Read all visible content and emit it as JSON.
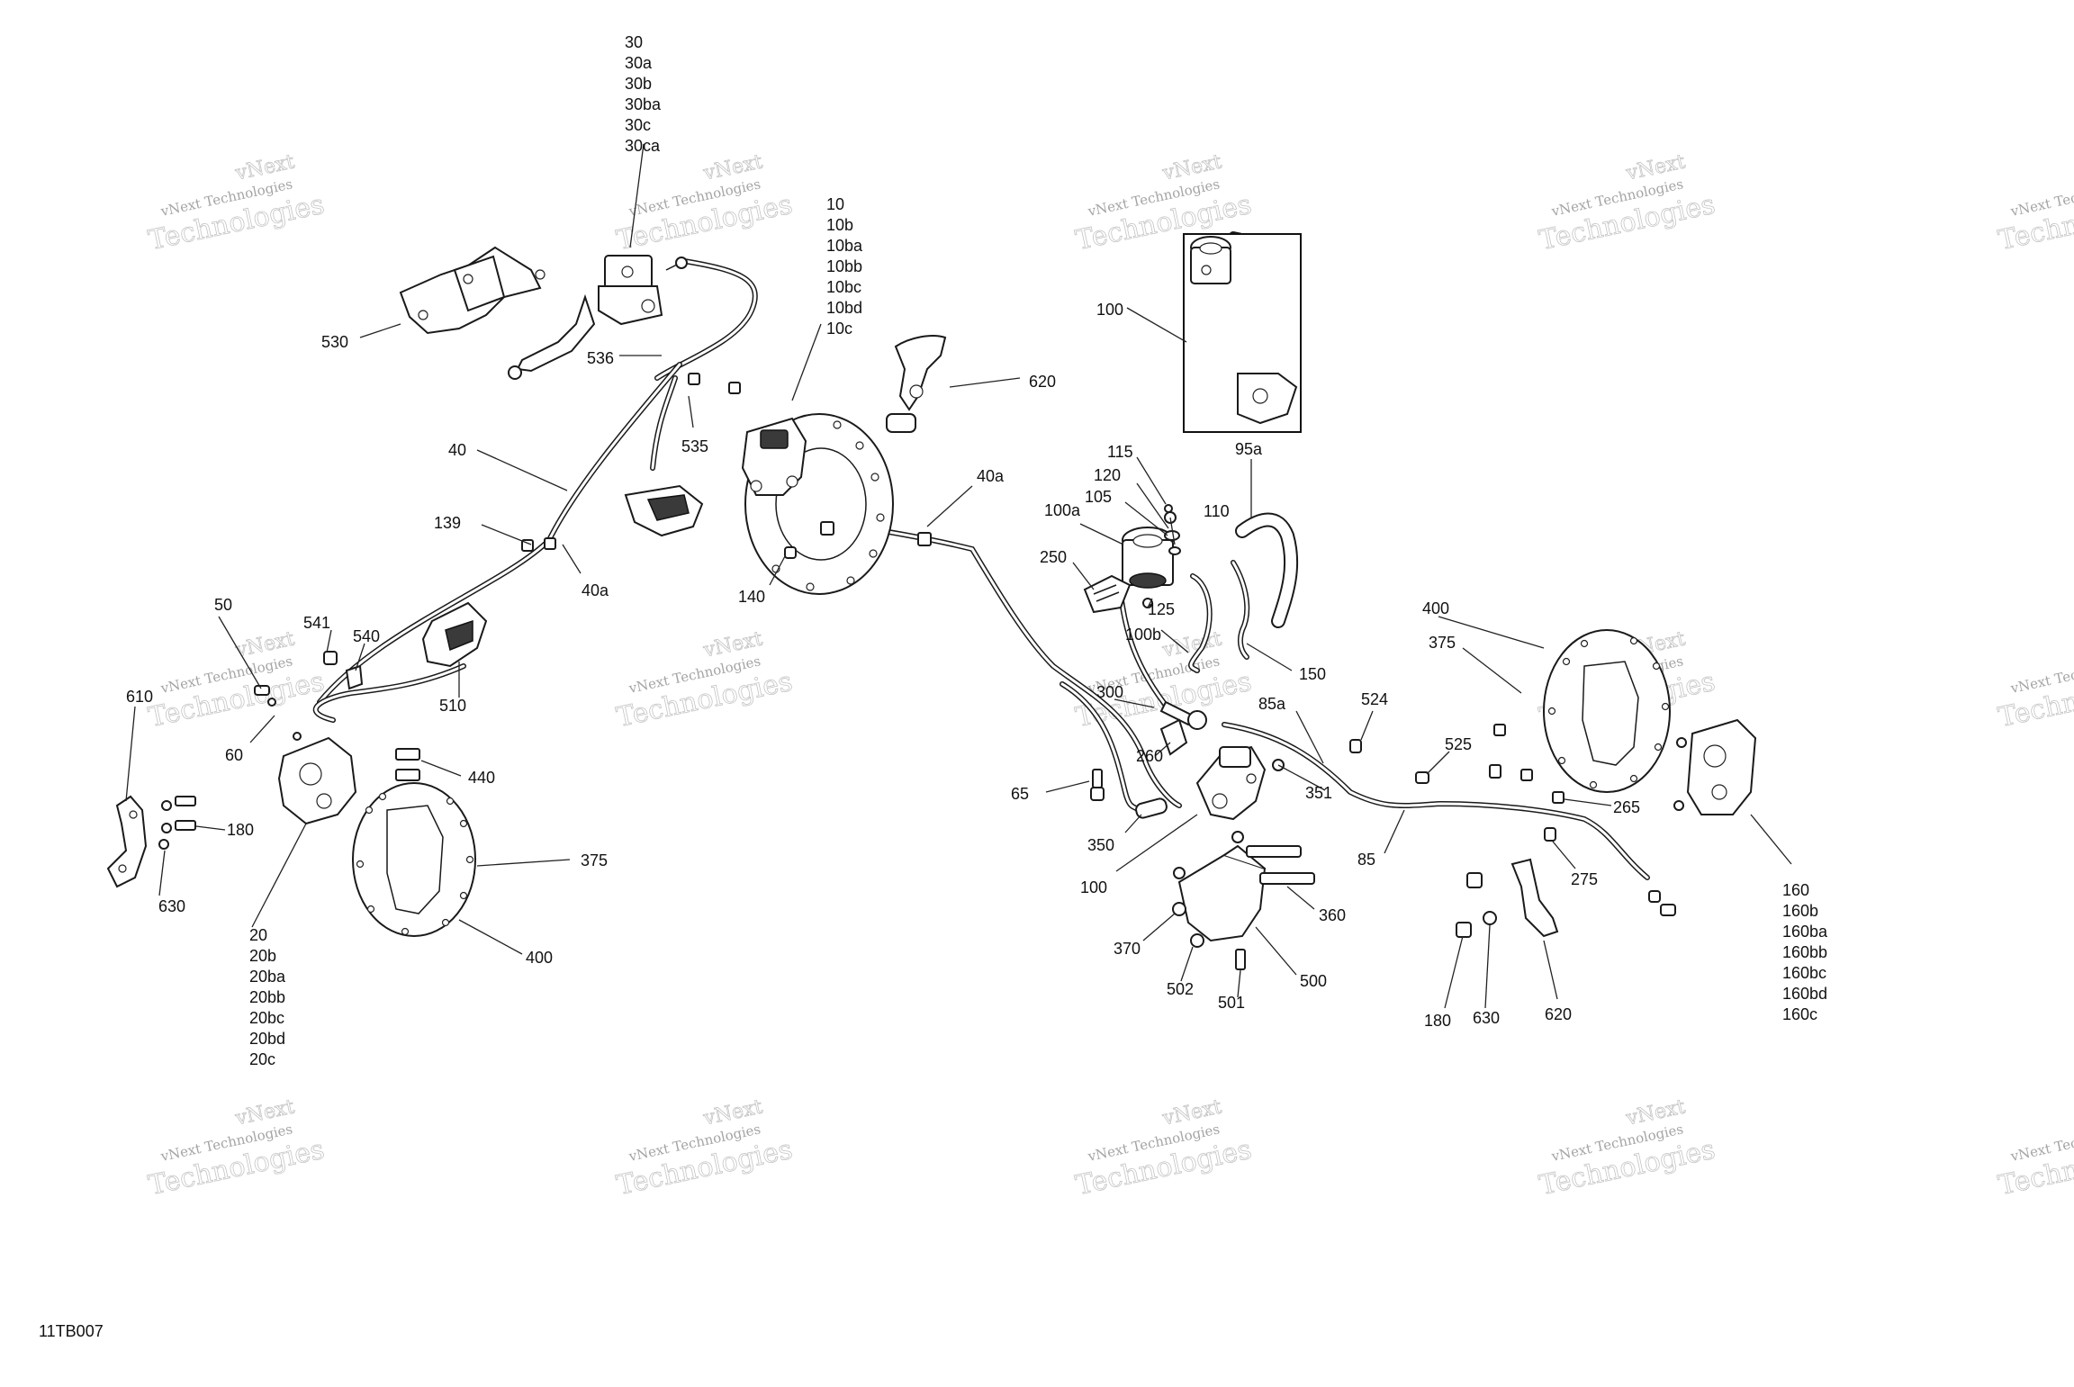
{
  "diagram": {
    "figure_code": "11TB007",
    "watermark": {
      "line1": "vNext Technologies",
      "line2": "Technologies",
      "line3": "vNext"
    },
    "callouts": {
      "c30": [
        "30",
        "30a",
        "30b",
        "30ba",
        "30c",
        "30ca"
      ],
      "c10": [
        "10",
        "10b",
        "10ba",
        "10bb",
        "10bc",
        "10bd",
        "10c"
      ],
      "c20": [
        "20",
        "20b",
        "20ba",
        "20bb",
        "20bc",
        "20bd",
        "20c"
      ],
      "c160": [
        "160",
        "160b",
        "160ba",
        "160bb",
        "160bc",
        "160bd",
        "160c"
      ],
      "c530": "530",
      "c536": "536",
      "c535": "535",
      "c40": "40",
      "c139": "139",
      "c40a_left": "40a",
      "c40a_right": "40a",
      "c140": "140",
      "c620_top": "620",
      "c100_box": "100",
      "c95a": "95a",
      "c115": "115",
      "c120": "120",
      "c105": "105",
      "c110": "110",
      "c100a": "100a",
      "c250": "250",
      "c125": "125",
      "c100b": "100b",
      "c150": "150",
      "c50": "50",
      "c541": "541",
      "c540": "540",
      "c510": "510",
      "c610": "610",
      "c60": "60",
      "c440": "440",
      "c180_left": "180",
      "c375_left": "375",
      "c630_left": "630",
      "c400_left": "400",
      "c300": "300",
      "c85a": "85a",
      "c524": "524",
      "c260": "260",
      "c65": "65",
      "c350": "350",
      "c351": "351",
      "c100_lower": "100",
      "c525": "525",
      "c85": "85",
      "c360": "360",
      "c370": "370",
      "c502": "502",
      "c501": "501",
      "c500": "500",
      "c400_right": "400",
      "c375_right": "375",
      "c265": "265",
      "c275": "275",
      "c180_right": "180",
      "c630_right": "630",
      "c620_right": "620"
    }
  }
}
